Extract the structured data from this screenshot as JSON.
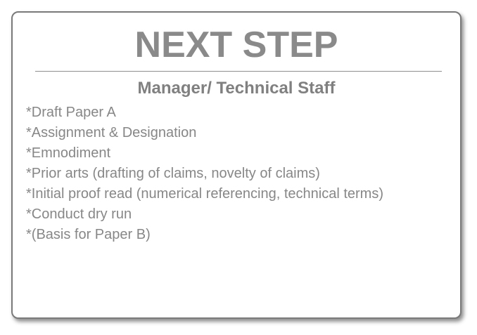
{
  "card": {
    "title": "NEXT STEP",
    "subtitle": "Manager/ Technical Staff",
    "items": [
      "*Draft Paper A",
      "*Assignment & Designation",
      "*Emnodiment",
      "*Prior arts (drafting of claims, novelty of claims)",
      "*Initial proof read (numerical referencing, technical terms)",
      "*Conduct dry run",
      "*(Basis for Paper B)"
    ]
  }
}
